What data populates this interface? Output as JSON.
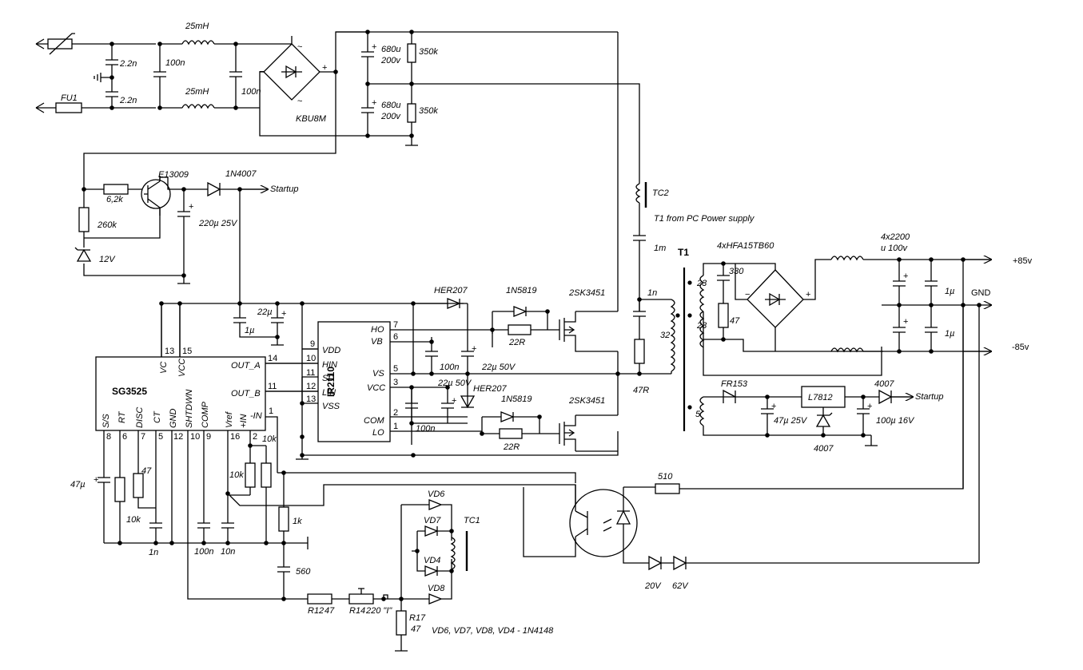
{
  "labels": {
    "l_2n2a": "2.2n",
    "l_2n2b": "2.2n",
    "l_fu1": "FU1",
    "l_25mh_a": "25mH",
    "l_25mh_b": "25mH",
    "l_100n_a": "100n",
    "l_100n_b": "100n",
    "l_kbu": "KBU8M",
    "l_680a": "680u",
    "l_200a": "200v",
    "l_680b": "680u",
    "l_200b": "200v",
    "l_350a": "350k",
    "l_350b": "350k",
    "l_e13009": "E13009",
    "l_1n4007": "1N4007",
    "l_startup1": "Startup",
    "l_6k2": "6,2k",
    "l_260k": "260k",
    "l_12v": "12V",
    "l_220u": "220µ 25V",
    "l_tc2": "TC2",
    "l_t1pc": "T1 from PC Power supply",
    "l_1m": "1m",
    "l_1n_snub": "1n",
    "l_47r": "47R",
    "l_t1": "T1",
    "l_w23a": "23",
    "l_w23b": "23",
    "l_w32": "32",
    "l_w5": "5",
    "l_330": "330",
    "l_47_snub": "47",
    "l_hfa": "4xHFA15TB60",
    "l_4x2200": "4x2200",
    "l_u100v": "u 100v",
    "l_1u_a": "1µ",
    "l_1u_b": "1µ",
    "l_p85": "+85v",
    "l_gnd": "GND",
    "l_m85": "-85v",
    "l_fr153": "FR153",
    "l_l7812": "L7812",
    "l_4007a": "4007",
    "l_4007b": "4007",
    "l_startup2": "Startup",
    "l_47u25": "47µ 25V",
    "l_100u16": "100µ 16V",
    "l_her207a": "HER207",
    "l_her207b": "HER207",
    "l_1n5819a": "1N5819",
    "l_1n5819b": "1N5819",
    "l_2sk_a": "2SK3451",
    "l_2sk_b": "2SK3451",
    "l_22r_a": "22R",
    "l_22r_b": "22R",
    "l_22u_top": "22µ",
    "l_1u_top": "1µ",
    "l_100n_boot": "100n",
    "l_22u50a": "22µ 50V",
    "l_22u50b": "22µ 50V",
    "l_100n_vcc": "100n",
    "l_ir2110": "IR2110",
    "l_ho": "HO",
    "l_vb": "VB",
    "l_vdd": "VDD",
    "l_hin": "HIN",
    "l_sd": "SD",
    "l_lin": "LIN",
    "l_vss": "VSS",
    "l_vs": "VS",
    "l_vcc": "VCC",
    "l_com": "COM",
    "l_lo": "LO",
    "p_7": "7",
    "p_6": "6",
    "p_9": "9",
    "p_10": "10",
    "p_11": "11",
    "p_12": "12",
    "p_13": "13",
    "p_5": "5",
    "p_3": "3",
    "p_2": "2",
    "p_1": "1",
    "l_sg3525": "SG3525",
    "l_outa": "OUT_A",
    "l_outb": "OUT_B",
    "sg_13": "13",
    "sg_15": "15",
    "sg_14": "14",
    "sg_11": "11",
    "sg_1": "1",
    "sg_vc": "VC",
    "sg_vcc": "VCC",
    "sg_shtdwn": "SHTDWN",
    "sg_comp": "COMP",
    "sg_vref": "Vref",
    "sg_pin": "+IN",
    "sg_nin": "-IN",
    "sg_ss": "S/S",
    "sg_rt": "RT",
    "sg_disc": "DISC",
    "sg_ct": "CT",
    "sg_gnd": "GND",
    "sg_8": "8",
    "sg_6": "6",
    "sg_7": "7",
    "sg_5": "5",
    "sg_12": "12",
    "sg_10": "10",
    "sg_9": "9",
    "sg_16": "16",
    "sg_2": "2",
    "l_10k_a": "10k",
    "l_10k_b": "10k",
    "l_47u": "47µ",
    "l_47_disc": "47",
    "l_10k_rt": "10k",
    "l_1n_ct": "1n",
    "l_100n_comp": "100n",
    "l_10n": "10n",
    "l_1k": "1k",
    "l_560": "560",
    "l_vd6": "VD6",
    "l_vd7": "VD7",
    "l_vd4": "VD4",
    "l_vd8": "VD8",
    "l_tc1": "TC1",
    "l_r12": "R12",
    "l_r12v": "47",
    "l_r14": "R14",
    "l_r14v": "220 \"I\"",
    "l_r17": "R17",
    "l_r17v": "47",
    "l_vdnote": "VD6, VD7, VD8, VD4 - 1N4148",
    "l_510": "510",
    "l_20v": "20V",
    "l_62v": "62V"
  }
}
